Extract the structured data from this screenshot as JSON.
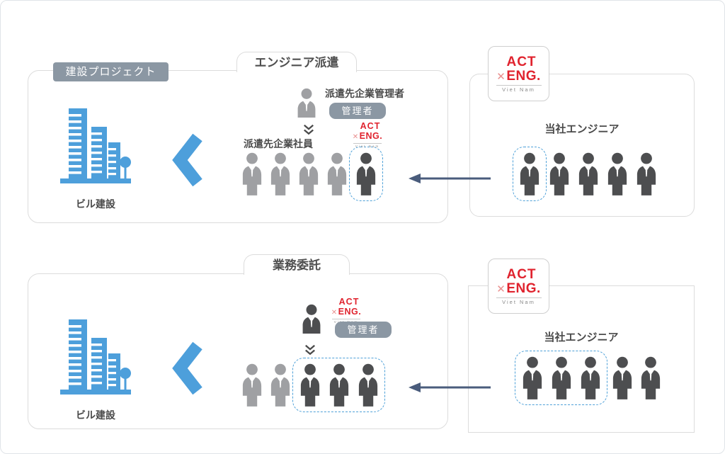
{
  "colors": {
    "blue": "#4D9FDB",
    "slate_badge": "#8B97A3",
    "person_gray": "#9FA0A3",
    "person_dark": "#4D4E50",
    "arrow": "#4A5C7C",
    "logo_red": "#E0232E",
    "logo_pink": "#E9908F",
    "dashed_blue": "#4DA0D8",
    "border_gray": "#DCDCDC",
    "text_dark": "#4A4A4A"
  },
  "logo": {
    "line1": "ACT",
    "cross": "✕",
    "line2": "ENG.",
    "subtitle": "Viet Nam"
  },
  "sections": {
    "dispatch": {
      "tab_label": "エンジニア派遣",
      "project_badge": "建設プロジェクト",
      "building_label": "ビル建設",
      "manager_title": "派遣先企業管理者",
      "manager_badge": "管理者",
      "staff_label": "派遣先企業社員",
      "people_plain": [
        "gray",
        "gray",
        "gray",
        "gray"
      ],
      "people_highlighted": [
        "dark"
      ]
    },
    "company_top": {
      "title": "当社エンジニア",
      "people_highlighted": [
        "dark"
      ],
      "people_plain": [
        "dark",
        "dark",
        "dark",
        "dark"
      ]
    },
    "outsourcing": {
      "tab_label": "業務委託",
      "building_label": "ビル建設",
      "manager_badge": "管理者",
      "people_plain": [
        "gray",
        "gray"
      ],
      "people_highlighted": [
        "dark",
        "dark",
        "dark"
      ]
    },
    "company_bottom": {
      "title": "当社エンジニア",
      "people_highlighted": [
        "dark",
        "dark",
        "dark"
      ],
      "people_plain": [
        "dark",
        "dark"
      ]
    }
  },
  "icons": {
    "building": "building-construction-icon",
    "person": "business-person-icon",
    "chevron": "blue-left-chevron-icon",
    "flow_down": "double-chevron-down-icon",
    "arrow": "left-arrow-icon"
  }
}
